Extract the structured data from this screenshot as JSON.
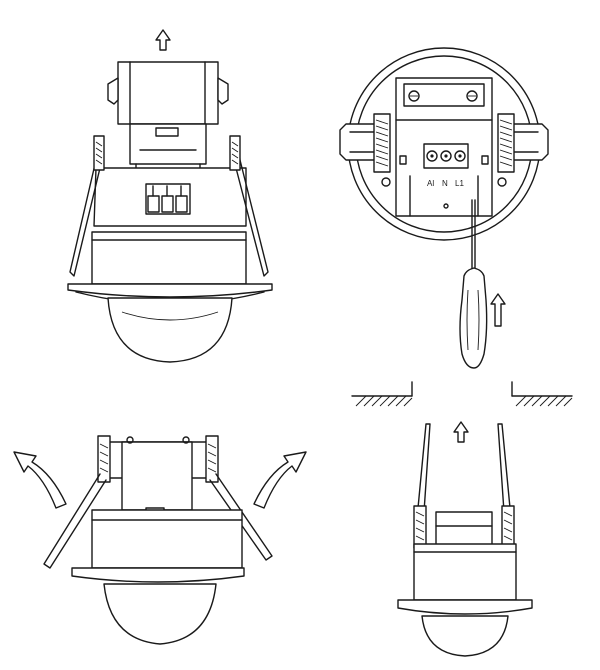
{
  "diagram": {
    "panels": [
      {
        "name": "step-1-detach-mounting-box"
      },
      {
        "name": "step-2-wiring-terminals"
      },
      {
        "name": "step-3-fold-springs"
      },
      {
        "name": "step-4-insert-into-ceiling"
      }
    ],
    "terminal_labels": [
      "Al",
      "N",
      "L1"
    ],
    "colors": {
      "line": "#1a1a1a",
      "background": "#ffffff"
    },
    "icons": [
      "up-arrow-icon",
      "curved-arrow-icon",
      "screwdriver-icon",
      "spring-clip-icon",
      "ceiling-hatch-icon"
    ]
  }
}
